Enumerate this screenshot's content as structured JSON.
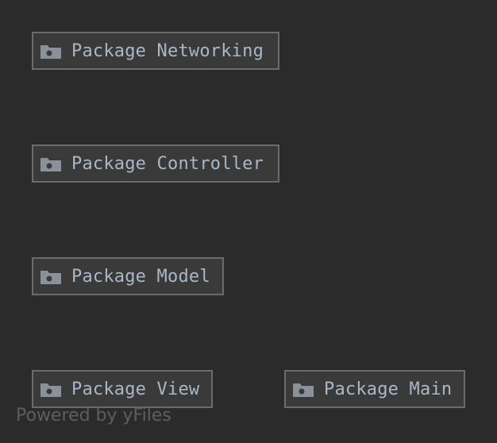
{
  "diagram": {
    "nodes": [
      {
        "id": "networking",
        "label": "Package Networking",
        "icon": "folder-icon"
      },
      {
        "id": "controller",
        "label": "Package Controller",
        "icon": "folder-icon"
      },
      {
        "id": "model",
        "label": "Package Model",
        "icon": "folder-icon"
      },
      {
        "id": "view",
        "label": "Package View",
        "icon": "folder-icon"
      },
      {
        "id": "main",
        "label": "Package Main",
        "icon": "folder-icon"
      }
    ]
  },
  "watermark": "Powered by yFiles",
  "colors": {
    "background": "#2b2b2b",
    "node_fill": "#3a3a3a",
    "node_border": "#6b6b6b",
    "label": "#a9b7c6",
    "icon": "#8a9199",
    "watermark": "#5e5e5e"
  }
}
